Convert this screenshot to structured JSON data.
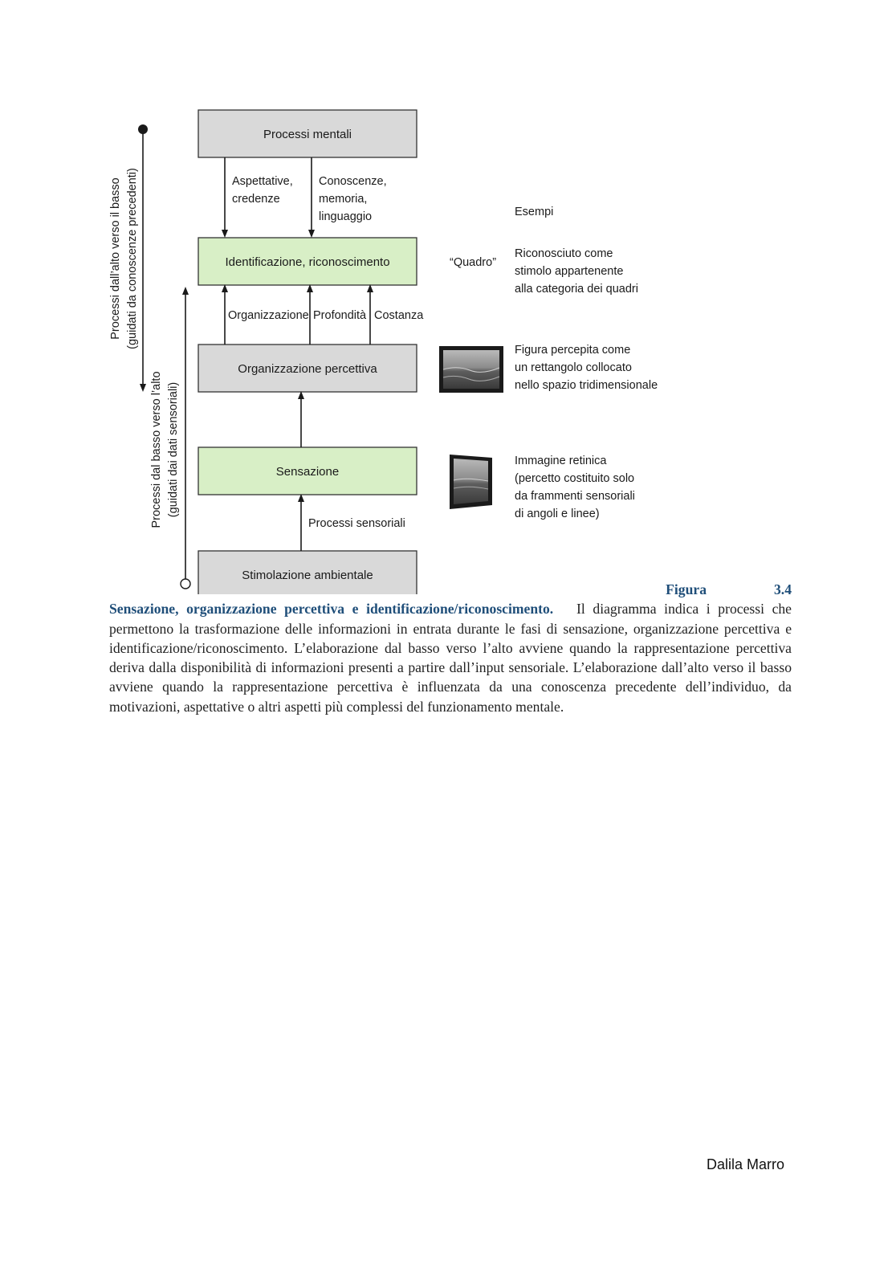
{
  "diagram": {
    "boxes": {
      "processi_mentali": "Processi mentali",
      "identificazione": "Identificazione, riconoscimento",
      "organizzazione": "Organizzazione percettiva",
      "sensazione": "Sensazione",
      "stimolazione": "Stimolazione ambientale"
    },
    "arrow_labels": {
      "aspettative_1": "Aspettative,",
      "aspettative_2": "credenze",
      "conoscenze_1": "Conoscenze,",
      "conoscenze_2": "memoria,",
      "conoscenze_3": "linguaggio",
      "organizzazione": "Organizzazione",
      "profondita": "Profondità",
      "costanza": "Costanza",
      "processi_sensoriali": "Processi sensoriali"
    },
    "side_labels": {
      "top_down_1": "Processi dall’alto verso il basso",
      "top_down_2": "(guidati da conoscenze precedenti)",
      "bottom_up_1": "Processi dal basso verso l’alto",
      "bottom_up_2": "(guidati dai dati sensoriali)"
    },
    "examples": {
      "header": "Esempi",
      "quadro": "“Quadro”",
      "identificazione_1": "Riconosciuto come",
      "identificazione_2": "stimolo appartenente",
      "identificazione_3": "alla categoria dei quadri",
      "organizzazione_1": "Figura percepita come",
      "organizzazione_2": "un rettangolo collocato",
      "organizzazione_3": "nello spazio tridimensionale",
      "sensazione_1": "Immagine retinica",
      "sensazione_2": "(percetto costituito solo",
      "sensazione_3": "da frammenti sensoriali",
      "sensazione_4": "di angoli e linee)"
    },
    "colors": {
      "gray_box": "#d9d9d9",
      "green_box": "#d8efc6",
      "heading_blue": "#1f4e79"
    }
  },
  "caption": {
    "figura_word": "Figura",
    "figura_number": "3.4",
    "title": "Sensazione, organizzazione percettiva e identificazione/riconoscimento.",
    "body": "Il diagramma indica i processi che permettono la trasformazione delle informazioni in entrata durante le fasi di sensazione, organizzazione percettiva e identificazione/riconoscimento. L’elaborazione dal basso verso l’alto avviene quando la rappresentazione percettiva deriva dalla disponibilità di informazioni presenti a partire dall’input sensoriale. L’elaborazione dall’alto verso il basso avviene quando la rappresentazione percettiva è influenzata da una conoscenza precedente dell’individuo, da motivazioni, aspettative o altri aspetti più complessi del funzionamento mentale."
  },
  "footer": {
    "author": "Dalila Marro"
  }
}
